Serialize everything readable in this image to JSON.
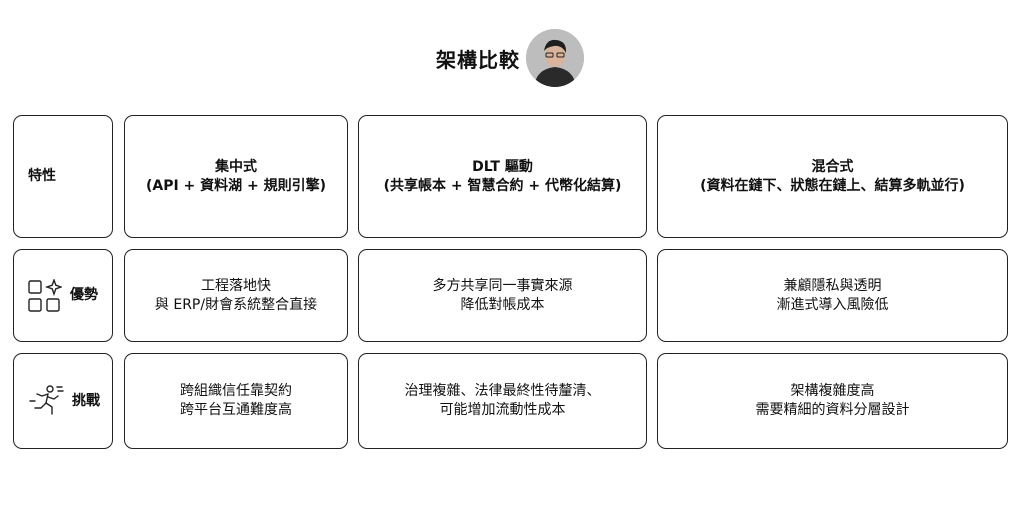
{
  "header": {
    "title": "架構比較"
  },
  "table": {
    "row_labels": [
      "特性",
      "優勢",
      "挑戰"
    ],
    "columns": [
      {
        "title": "集中式",
        "subtitle": "(API + 資料湖 + 規則引擎)",
        "advantage": [
          "工程落地快",
          "與 ERP/財會系統整合直接"
        ],
        "challenge": [
          "跨組織信任靠契約",
          "跨平台互通難度高"
        ]
      },
      {
        "title": "DLT 驅動",
        "subtitle": "(共享帳本 + 智慧合約 + 代幣化結算)",
        "advantage": [
          "多方共享同一事實來源",
          "降低對帳成本"
        ],
        "challenge": [
          "治理複雜、法律最終性待釐清、",
          "可能增加流動性成本"
        ]
      },
      {
        "title": "混合式",
        "subtitle": "(資料在鏈下、狀態在鏈上、結算多軌並行)",
        "advantage": [
          "兼顧隱私與透明",
          "漸進式導入風險低"
        ],
        "challenge": [
          "架構複雜度高",
          "需要精細的資料分層設計"
        ]
      }
    ]
  },
  "icons": {
    "advantage": "shapes-sparkle-icon",
    "challenge": "running-person-icon"
  }
}
